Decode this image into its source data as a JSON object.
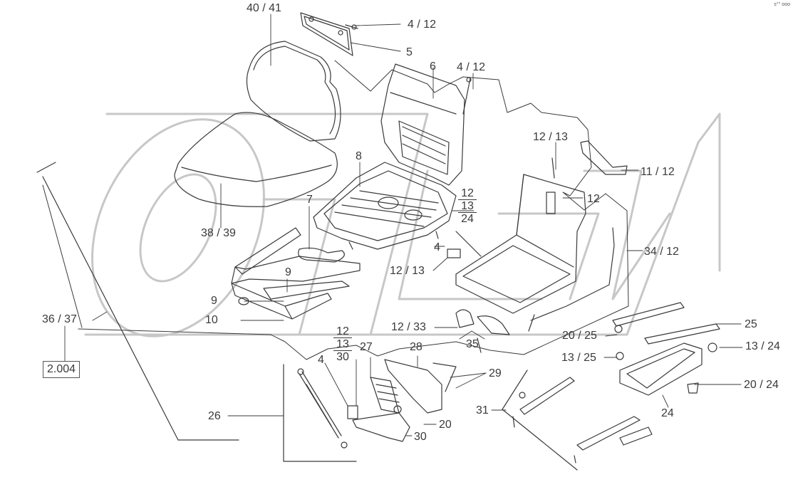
{
  "diagram": {
    "corner_mark": "s°° ooo",
    "reference_box": "2.004",
    "callouts": {
      "c40_41": "40  /  41",
      "c4_12_top": "4 / 12",
      "c5": "5",
      "c6": "6",
      "c4_12_right": "4 / 12",
      "c12_13_top": "12 / 13",
      "c11_12": "11 / 12",
      "c8": "8",
      "c12_right": "12",
      "c7": "7",
      "c38_39": "38 / 39",
      "c34_12": "34 / 12",
      "c4_mid": "4",
      "c12_13_mid": "12 / 13",
      "c9_a": "9",
      "c9_b": "9",
      "c10": "10",
      "c36_37": "36  /  37",
      "c12_33": "12 / 33",
      "c35": "35",
      "c20_25": "20 / 25",
      "c25": "25",
      "c13_24": "13 / 24",
      "c13_25": "13 / 25",
      "c20_24": "20 / 24",
      "c24": "24",
      "c4_low": "4",
      "c27": "27",
      "c28": "28",
      "c29": "29",
      "c26": "26",
      "c20_low": "20",
      "c30_low": "30",
      "c31": "31"
    },
    "fractions": {
      "f_mid": [
        "12",
        "13",
        "24"
      ],
      "f_low": [
        "12",
        "13",
        "30"
      ]
    }
  }
}
